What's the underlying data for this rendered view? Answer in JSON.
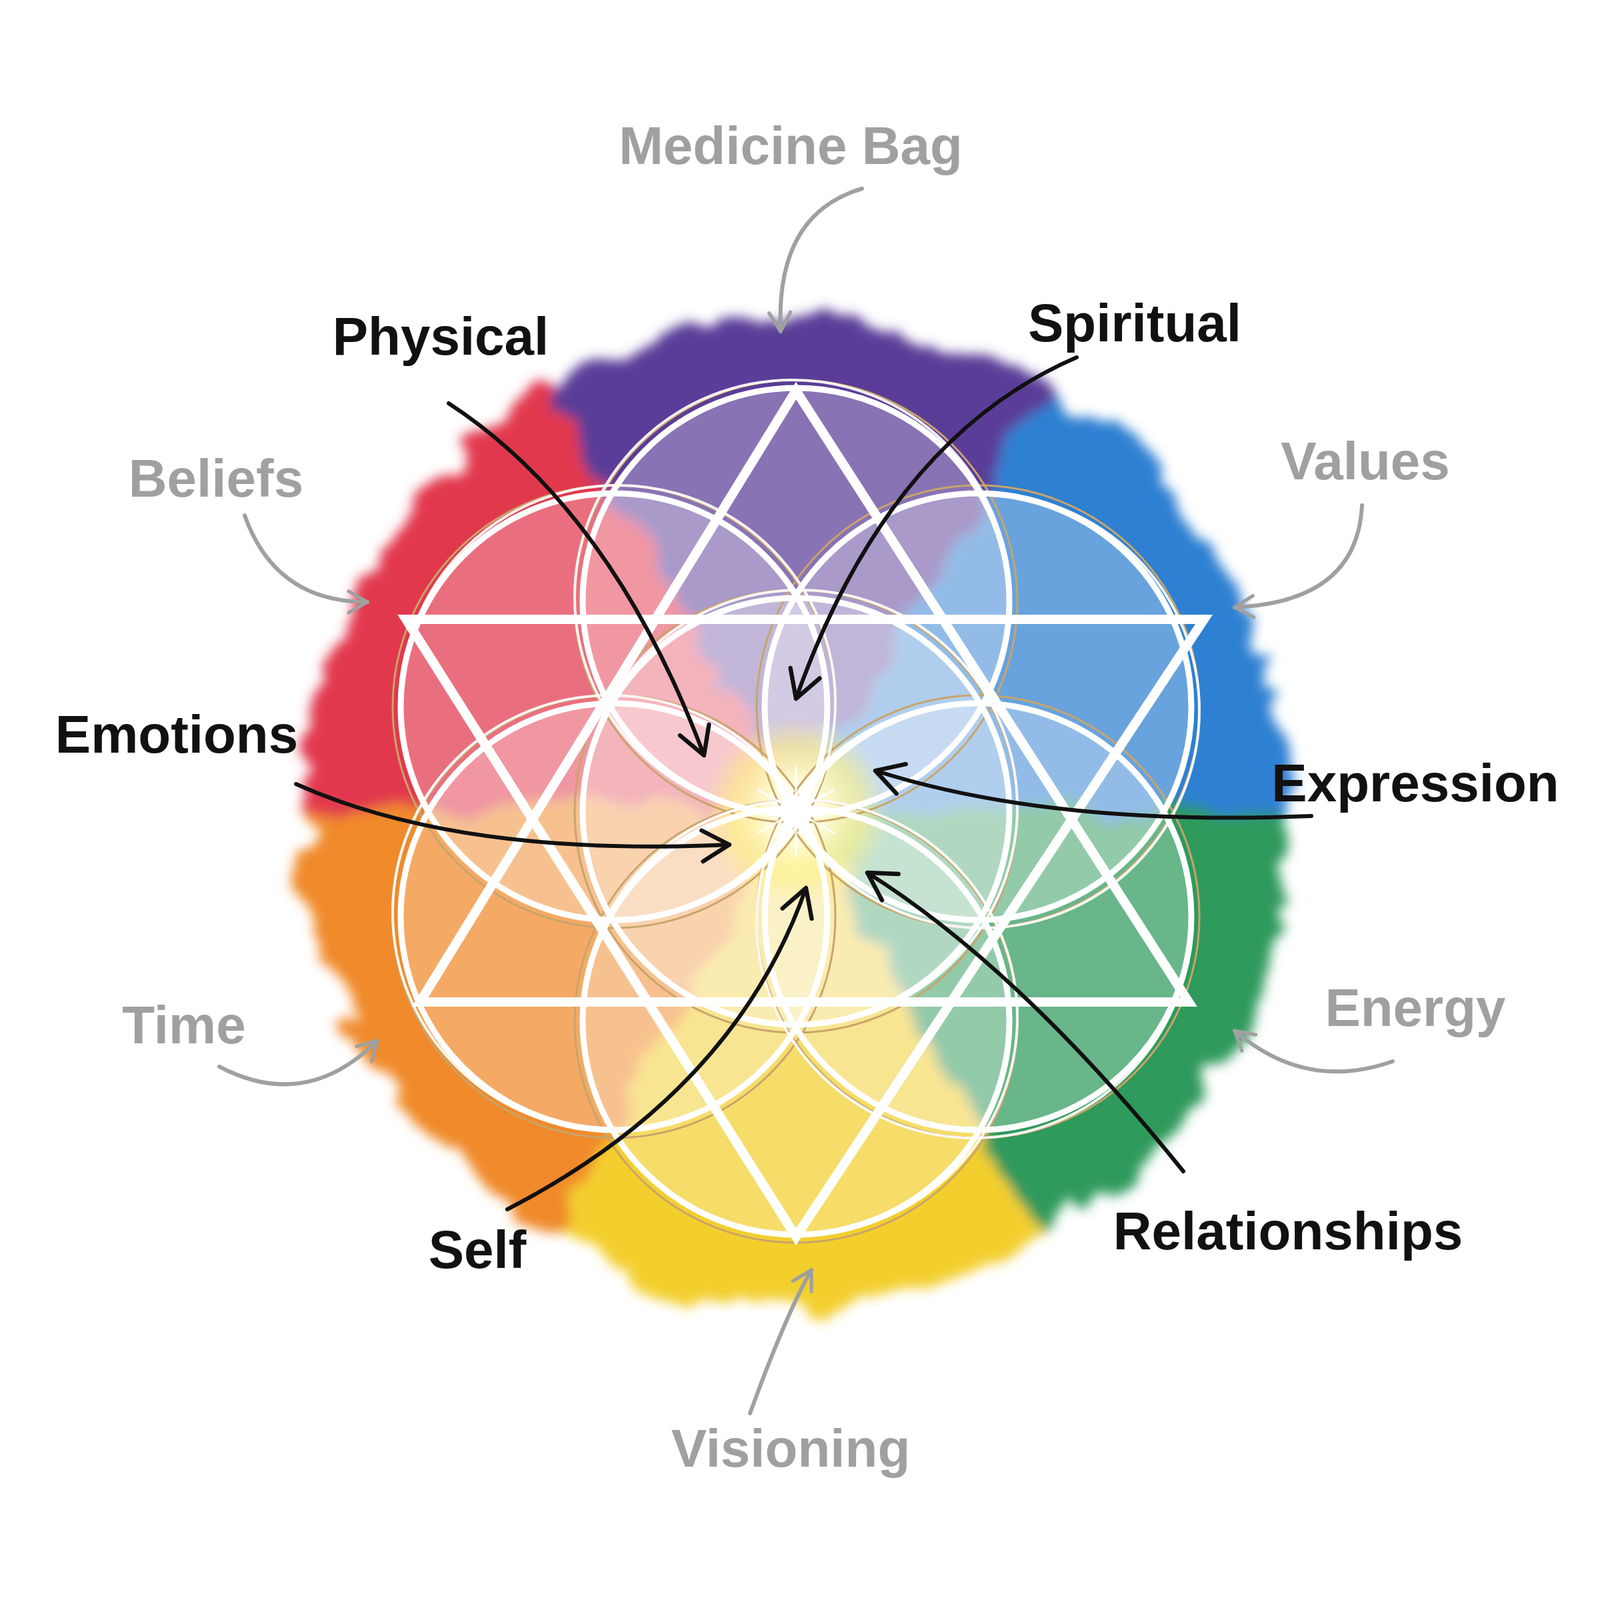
{
  "diagram": {
    "labels": [
      "Medicine Bag",
      "Physical",
      "Spiritual",
      "Beliefs",
      "Values",
      "Emotions",
      "Expression",
      "Time",
      "Energy",
      "Self",
      "Relationships",
      "Visioning"
    ]
  }
}
